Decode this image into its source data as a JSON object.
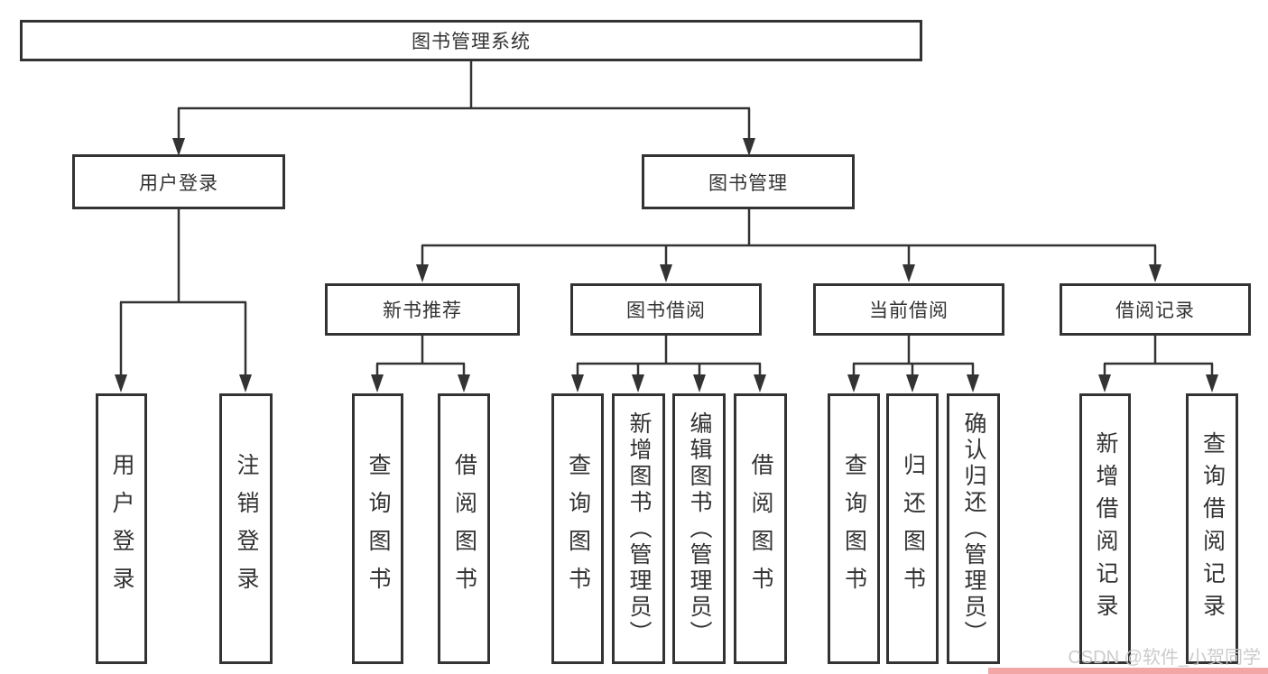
{
  "diagram_type": "hierarchy-tree",
  "colors": {
    "line": "#333333",
    "box_border": "#333333",
    "box_fill": "#ffffff",
    "text": "#333333",
    "watermark_text": "#c9c9c9",
    "brand_strip": "#f2a6a6"
  },
  "tree": {
    "label": "图书管理系统",
    "children": [
      {
        "label": "用户登录",
        "children": [
          {
            "label": "用户登录"
          },
          {
            "label": "注销登录"
          }
        ]
      },
      {
        "label": "图书管理",
        "children": [
          {
            "label": "新书推荐",
            "children": [
              {
                "label": "查询图书"
              },
              {
                "label": "借阅图书"
              }
            ]
          },
          {
            "label": "图书借阅",
            "children": [
              {
                "label": "查询图书"
              },
              {
                "label": "新增图书（管理员）"
              },
              {
                "label": "编辑图书（管理员）"
              },
              {
                "label": "借阅图书"
              }
            ]
          },
          {
            "label": "当前借阅",
            "children": [
              {
                "label": "查询图书"
              },
              {
                "label": "归还图书"
              },
              {
                "label": "确认归还（管理员）"
              }
            ]
          },
          {
            "label": "借阅记录",
            "children": [
              {
                "label": "新增借阅记录"
              },
              {
                "label": "查询借阅记录"
              }
            ]
          }
        ]
      }
    ]
  },
  "watermark": {
    "text": "CSDN @软件_小贺同学"
  }
}
